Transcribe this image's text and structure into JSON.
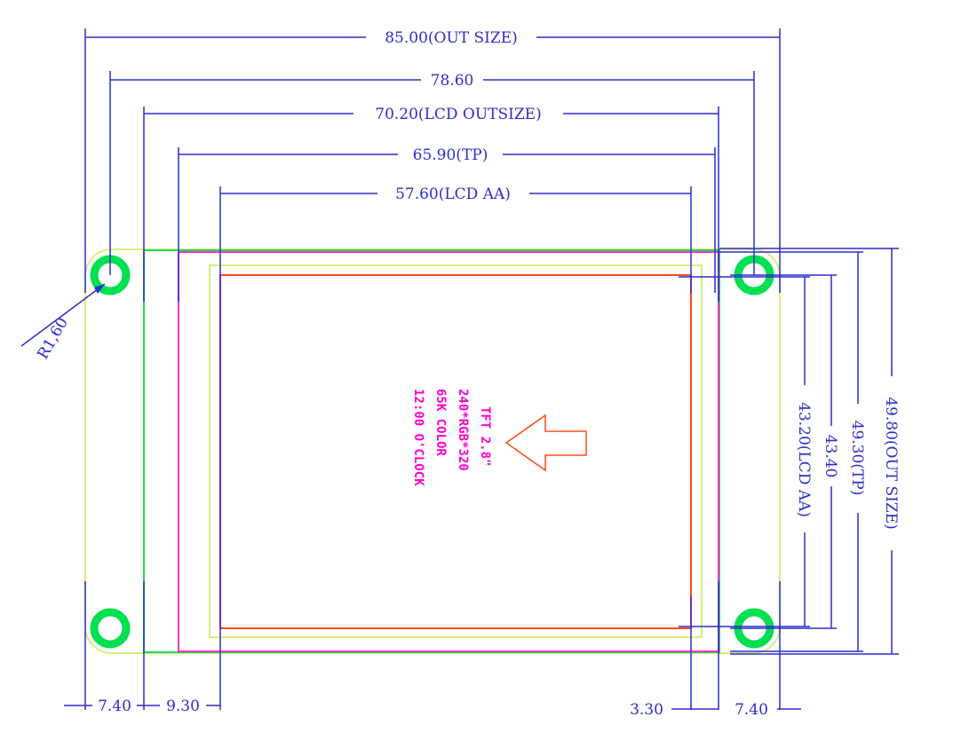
{
  "dimensions": {
    "out_size_w": "85.00(OUT SIZE)",
    "hole_pitch_w": "78.60",
    "lcd_outsize_w": "70.20(LCD OUTSIZE)",
    "tp_w": "65.90(TP)",
    "lcd_aa_w": "57.60(LCD AA)",
    "out_size_h": "49.80(OUT SIZE)",
    "tp_h": "49.30(TP)",
    "hole_pitch_h": "43.40",
    "lcd_aa_h": "43.20(LCD AA)",
    "left_margin": "7.40",
    "left_inner_margin": "9.30",
    "right_inner_margin": "3.30",
    "right_margin": "7.40",
    "corner_radius": "R1,60"
  },
  "display_note": {
    "lines": [
      "TFT 2.8\"",
      "240*RGB*320",
      "65K COLOR",
      "12:00 O'CLOCK"
    ]
  },
  "colors": {
    "dimension": "#2d2dc8",
    "outline": "#d4f07a",
    "lcd_outline": "#22dd55",
    "tp_outline": "#ff33cc",
    "active_area": "#ff4a1a",
    "mount_holes": "#00e050"
  }
}
